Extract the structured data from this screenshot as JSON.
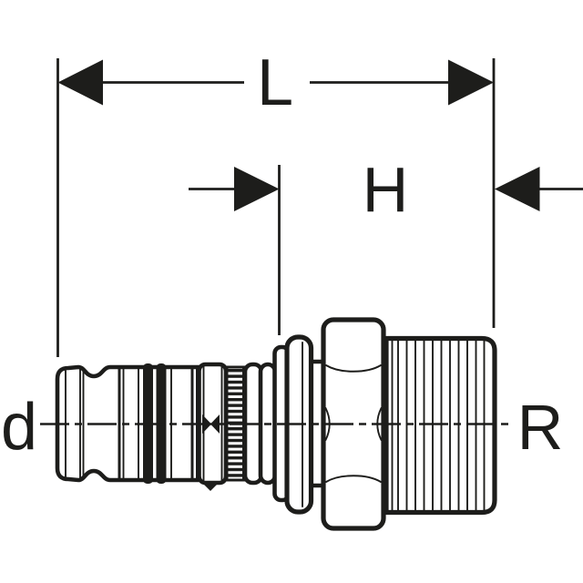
{
  "diagram": {
    "kind": "pipe-fitting technical drawing",
    "labels": {
      "overall_length": "L",
      "thread_section_length": "H",
      "pipe_side_diameter": "d",
      "male_thread": "R"
    },
    "colors": {
      "line": "#1d1d1b",
      "background": "#ffffff"
    }
  }
}
